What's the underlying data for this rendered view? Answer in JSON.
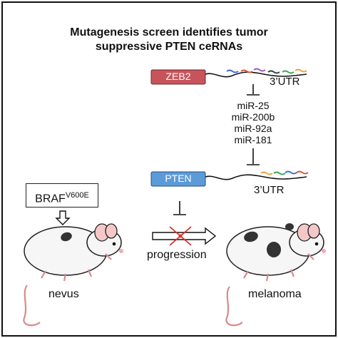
{
  "title": {
    "line1": "Mutagenesis screen identifies tumor",
    "line2": "suppressive PTEN ceRNAs"
  },
  "zeb2": {
    "label": "ZEB2",
    "utr": "3’UTR",
    "color": "#c8545b"
  },
  "pten": {
    "label": "PTEN",
    "utr": "3’UTR",
    "color": "#5b9bd9"
  },
  "mirnas": [
    "miR-25",
    "miR-200b",
    "miR-92a",
    "miR-181"
  ],
  "braf": {
    "base": "BRAF",
    "sup": "V600E"
  },
  "progression_label": "progression",
  "nevus_label": "nevus",
  "melanoma_label": "melanoma",
  "mirna_colors": [
    "#3b6fd4",
    "#e0503a",
    "#9b59b6",
    "#e8a33c",
    "#3aa655",
    "#2c3e50"
  ],
  "blocked_color": "#d9342b"
}
